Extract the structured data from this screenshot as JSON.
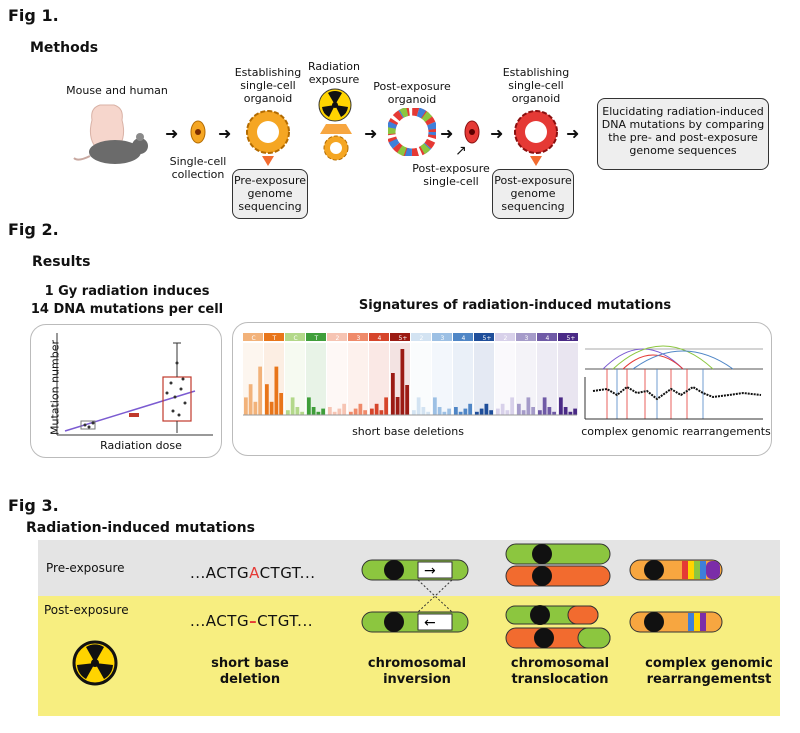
{
  "fig1": {
    "label": "Fig 1.",
    "methods": "Methods",
    "mouse_human": "Mouse and human",
    "single_cell": [
      "Single-cell",
      "collection"
    ],
    "establishing1": [
      "Establishing",
      "single-cell",
      "organoid"
    ],
    "radiation": [
      "Radiation",
      "exposure"
    ],
    "post_organoid": [
      "Post-exposure",
      "organoid"
    ],
    "establishing2": [
      "Establishing",
      "single-cell",
      "organoid"
    ],
    "post_single": [
      "Post-exposure",
      "single-cell"
    ],
    "pre_seq": [
      "Pre-exposure",
      "genome",
      "sequencing"
    ],
    "post_seq": [
      "Post-exposure",
      "genome",
      "sequencing"
    ],
    "elucidate": [
      "Elucidating radiation-induced",
      "DNA mutations by comparing",
      "the pre- and post-exposure",
      "genome sequences"
    ]
  },
  "fig2": {
    "label": "Fig 2.",
    "results": "Results",
    "headline": [
      "1 Gy radiation induces",
      "14 DNA mutations per cell"
    ],
    "signatures_title": "Signatures of radiation-induced mutations",
    "ylabel": "Mutation number",
    "xlabel": "Radiation dose",
    "short_deletions": "short base deletions",
    "complex": "complex genomic rearrangements",
    "sig_headers": [
      "C",
      "T",
      "C",
      "T",
      "2",
      "3",
      "4",
      "5+",
      "2",
      "3",
      "4",
      "5+",
      "2",
      "3",
      "4",
      "5+"
    ],
    "sig_colors": [
      "#f2b27a",
      "#e8751a",
      "#b3d88a",
      "#3f9e3a",
      "#f6c4b3",
      "#ef8a6a",
      "#d6452b",
      "#9b1b14",
      "#d3e3f2",
      "#9dc0e4",
      "#4f86c6",
      "#1f4e9a",
      "#d8d1ea",
      "#a59bc9",
      "#6f5aa6",
      "#4a2a86"
    ]
  },
  "fig3": {
    "label": "Fig 3.",
    "title": "Radiation-induced mutations",
    "pre": "Pre-exposure",
    "post": "Post-exposure",
    "seq_pre": [
      "...ACTG",
      "A",
      "CTGT..."
    ],
    "seq_post": [
      "...ACTG",
      "–",
      "CTGT..."
    ],
    "captions": [
      [
        "short base",
        "deletion"
      ],
      [
        "chromosomal",
        "inversion"
      ],
      [
        "chromosomal",
        "translocation"
      ],
      [
        "complex genomic",
        "rearrangementst"
      ]
    ]
  },
  "colors": {
    "green": "#8cc63f",
    "orange": "#f26b2f",
    "yellow_band": "#f7ee80",
    "grey_band": "#e4e4e4",
    "accent_red": "#e53935"
  }
}
